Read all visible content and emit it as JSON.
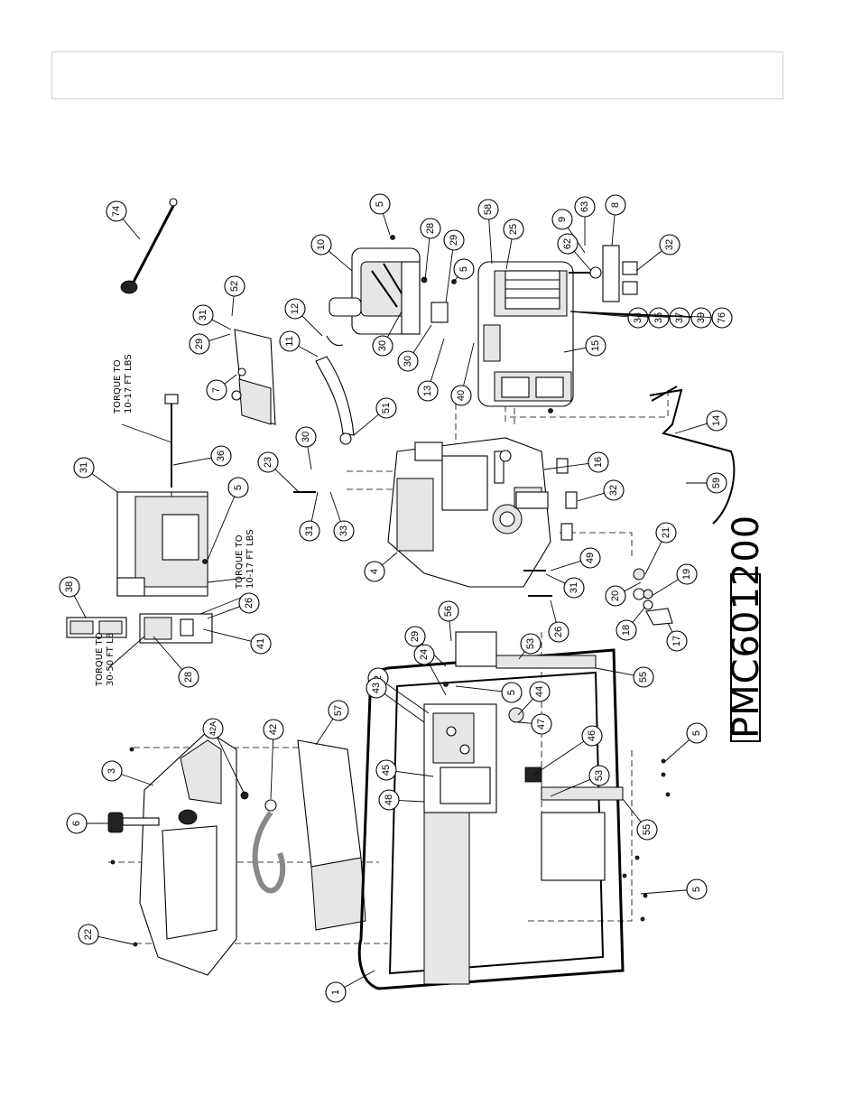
{
  "model_number": "PMC601200",
  "torque_notes": [
    {
      "id": "torque-a",
      "line1": "TORQUE TO",
      "line2": "10-17 FT LBS"
    },
    {
      "id": "torque-b",
      "line1": "TORQUE TO",
      "line2": "10-17 FT LBS"
    },
    {
      "id": "torque-c",
      "line1": "TORQUE TO",
      "line2": "30-50 FT LB"
    }
  ],
  "callouts": [
    {
      "label": "74"
    },
    {
      "label": "5"
    },
    {
      "label": "28"
    },
    {
      "label": "29"
    },
    {
      "label": "58"
    },
    {
      "label": "25"
    },
    {
      "label": "63"
    },
    {
      "label": "8"
    },
    {
      "label": "9"
    },
    {
      "label": "62"
    },
    {
      "label": "32"
    },
    {
      "label": "10"
    },
    {
      "label": "31"
    },
    {
      "label": "52"
    },
    {
      "label": "29"
    },
    {
      "label": "12"
    },
    {
      "label": "5"
    },
    {
      "label": "30"
    },
    {
      "label": "30"
    },
    {
      "label": "7"
    },
    {
      "label": "11"
    },
    {
      "label": "13"
    },
    {
      "label": "40"
    },
    {
      "label": "15"
    },
    {
      "label": "34"
    },
    {
      "label": "35"
    },
    {
      "label": "37"
    },
    {
      "label": "39"
    },
    {
      "label": "76"
    },
    {
      "label": "51"
    },
    {
      "label": "14"
    },
    {
      "label": "31"
    },
    {
      "label": "36"
    },
    {
      "label": "30"
    },
    {
      "label": "23"
    },
    {
      "label": "16"
    },
    {
      "label": "59"
    },
    {
      "label": "5"
    },
    {
      "label": "31"
    },
    {
      "label": "33"
    },
    {
      "label": "32"
    },
    {
      "label": "21"
    },
    {
      "label": "38"
    },
    {
      "label": "4"
    },
    {
      "label": "49"
    },
    {
      "label": "20"
    },
    {
      "label": "19"
    },
    {
      "label": "26"
    },
    {
      "label": "31"
    },
    {
      "label": "41"
    },
    {
      "label": "26"
    },
    {
      "label": "18"
    },
    {
      "label": "28"
    },
    {
      "label": "56"
    },
    {
      "label": "17"
    },
    {
      "label": "29"
    },
    {
      "label": "53"
    },
    {
      "label": "24"
    },
    {
      "label": "2"
    },
    {
      "label": "5"
    },
    {
      "label": "55"
    },
    {
      "label": "42A"
    },
    {
      "label": "42"
    },
    {
      "label": "57"
    },
    {
      "label": "43"
    },
    {
      "label": "44"
    },
    {
      "label": "47"
    },
    {
      "label": "3"
    },
    {
      "label": "45"
    },
    {
      "label": "46"
    },
    {
      "label": "53"
    },
    {
      "label": "6"
    },
    {
      "label": "48"
    },
    {
      "label": "5"
    },
    {
      "label": "55"
    },
    {
      "label": "22"
    },
    {
      "label": "1"
    },
    {
      "label": "5"
    }
  ]
}
